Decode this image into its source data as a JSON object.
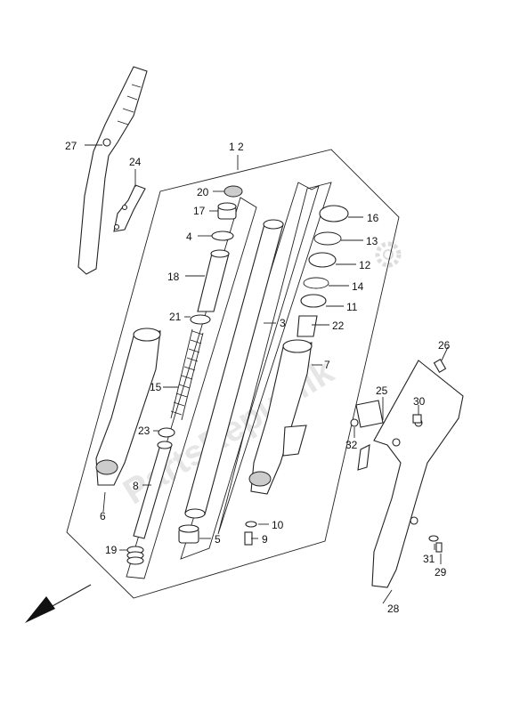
{
  "watermark": "PartsRepublik",
  "labels": {
    "l12": "1 2",
    "l3": "3",
    "l4": "4",
    "l5": "5",
    "l6": "6",
    "l7": "7",
    "l8": "8",
    "l9": "9",
    "l10": "10",
    "l11": "11",
    "l12b": "12",
    "l13": "13",
    "l14": "14",
    "l15": "15",
    "l16": "16",
    "l17": "17",
    "l18": "18",
    "l19": "19",
    "l20": "20",
    "l21": "21",
    "l22": "22",
    "l23": "23",
    "l24": "24",
    "l25": "25",
    "l26": "26",
    "l27": "27",
    "l28": "28",
    "l29": "29",
    "l30": "30",
    "l31": "31",
    "l32": "32"
  }
}
